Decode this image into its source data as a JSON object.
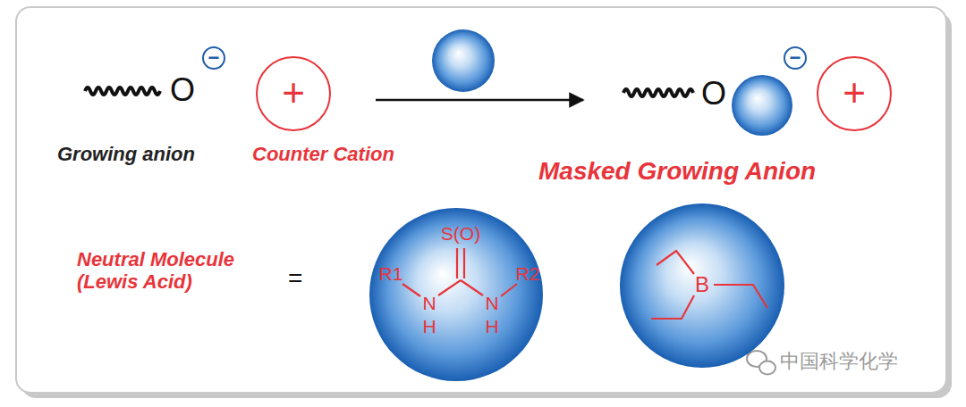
{
  "diagram": {
    "nodes": [
      {
        "text": [
          "−"
        ]
      },
      {
        "text": [
          "+"
        ]
      },
      {
        "text": [
          "−"
        ]
      },
      {
        "text": [
          "+"
        ]
      },
      {
        "text": [
          "S(O)",
          "R1",
          "N",
          "N",
          "R2",
          "H",
          "H"
        ]
      },
      {
        "text": [
          "B"
        ]
      }
    ],
    "labels": [
      "O",
      "Growing anion",
      "Counter Cation",
      "O",
      "Masked Growing Anion",
      "Neutral Molecule (Lewis Acid)",
      "=",
      "中国科学化学"
    ]
  }
}
